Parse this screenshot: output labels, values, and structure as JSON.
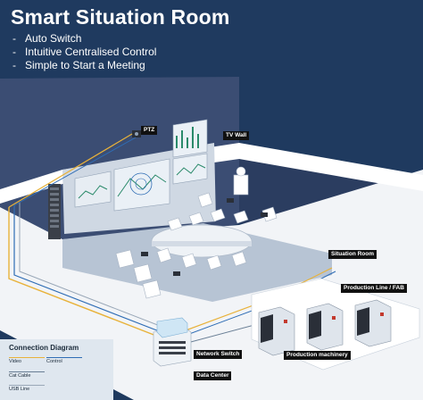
{
  "title": "Smart Situation Room",
  "bullets": [
    "Auto Switch",
    "Intuitive Centralised Control",
    "Simple to Start a Meeting"
  ],
  "labels": {
    "ptz": "PTZ",
    "tv_wall": "TV Wall",
    "situation_room": "Situation Room",
    "production_line": "Production Line / FAB",
    "production_machinery": "Production machinery",
    "network_switch": "Network Switch",
    "data_center": "Data Center"
  },
  "legend": {
    "title": "Connection Diagram",
    "items": [
      {
        "label": "Video",
        "color": "#e8b23a"
      },
      {
        "label": "Control",
        "color": "#2f6db5"
      },
      {
        "label": "Cat Cable",
        "color": "#6a7f96"
      },
      {
        "label": "USB Line",
        "color": "#9aa8b8"
      }
    ]
  },
  "colors": {
    "background": "#1f3a5f",
    "back_wall": "#3b4d73",
    "floor": "#e9edf2",
    "room_floor": "#b9c6d6",
    "video_line": "#e8b23a",
    "control_line": "#2f6db5"
  }
}
